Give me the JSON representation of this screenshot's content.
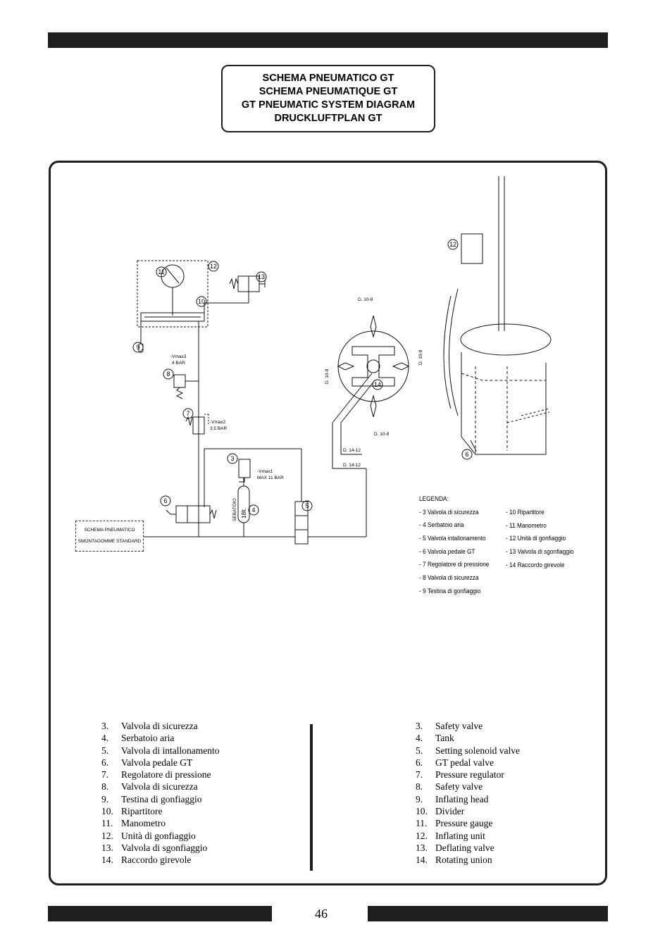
{
  "title_lines": [
    "SCHEMA PNEUMATICO GT",
    "SCHEMA PNEUMATIQUE GT",
    "GT PNEUMATIC SYSTEM DIAGRAM",
    "DRUCKLUFTPLAN GT"
  ],
  "diagram": {
    "std_box": [
      "SCHEMA PNEUMATICO",
      "SMONTAGOMME STANDARD"
    ],
    "valve_8": [
      "-Vmax3",
      "4 BAR"
    ],
    "valve_7": [
      "-Vmax2",
      "3,5 BAR"
    ],
    "valve_3": [
      "-Vmax1",
      "MAX 11 BAR"
    ],
    "tank_vertical": "SEBATOIO",
    "tank_capacity": "18lt.",
    "d_top": "D. 10-8",
    "d_left": "D. 10-8",
    "d_right": "D. 10-8",
    "d_bottom": "D. 10-8",
    "d_pipe1": "D. 14-12",
    "d_pipe2": "D. 14-12",
    "callouts": [
      "3",
      "4",
      "5",
      "6",
      "7",
      "8",
      "9",
      "10",
      "11",
      "12",
      "13",
      "14",
      "12",
      "6"
    ]
  },
  "legend": {
    "heading": "LEGENDA:",
    "col1": [
      "- 3  Valvola di sicurezza",
      "- 4  Serbatoio aria",
      "- 5  Valvola intallonamento",
      "- 6  Valvola pedale GT",
      "- 7  Regolatore di pressione",
      "- 8  Valvola di sicurezza",
      "- 9  Testina di gonfiaggio"
    ],
    "col2": [
      "- 10  Ripartitore",
      "- 11  Manometro",
      "- 12  Unità di gonfiaggio",
      "- 13  Valvola di sgonfiaggio",
      "- 14  Raccordo girevole"
    ]
  },
  "list_it": [
    {
      "n": "3.",
      "t": "Valvola di sicurezza"
    },
    {
      "n": "4.",
      "t": "Serbatoio aria"
    },
    {
      "n": "5.",
      "t": "Valvola di intallonamento"
    },
    {
      "n": "6.",
      "t": "Valvola pedale GT"
    },
    {
      "n": "7.",
      "t": "Regolatore di pressione"
    },
    {
      "n": "8.",
      "t": "Valvola di sicurezza"
    },
    {
      "n": "9.",
      "t": "Testina di gonfiaggio"
    },
    {
      "n": "10.",
      "t": "Ripartitore"
    },
    {
      "n": "11.",
      "t": "Manometro"
    },
    {
      "n": "12.",
      "t": "Unità di gonfiaggio"
    },
    {
      "n": "13.",
      "t": "Valvola di sgonfiaggio"
    },
    {
      "n": "14.",
      "t": "Raccordo girevole"
    }
  ],
  "list_en": [
    {
      "n": "3.",
      "t": "Safety valve"
    },
    {
      "n": "4.",
      "t": "Tank"
    },
    {
      "n": "5.",
      "t": "Setting solenoid valve"
    },
    {
      "n": "6.",
      "t": "GT pedal valve"
    },
    {
      "n": "7.",
      "t": "Pressure regulator"
    },
    {
      "n": "8.",
      "t": "Safety valve"
    },
    {
      "n": "9.",
      "t": "Inflating head"
    },
    {
      "n": "10.",
      "t": "Divider"
    },
    {
      "n": "11.",
      "t": "Pressure gauge"
    },
    {
      "n": "12.",
      "t": "Inflating unit"
    },
    {
      "n": "13.",
      "t": "Deflating valve"
    },
    {
      "n": "14.",
      "t": "Rotating union"
    }
  ],
  "page_number": "46"
}
